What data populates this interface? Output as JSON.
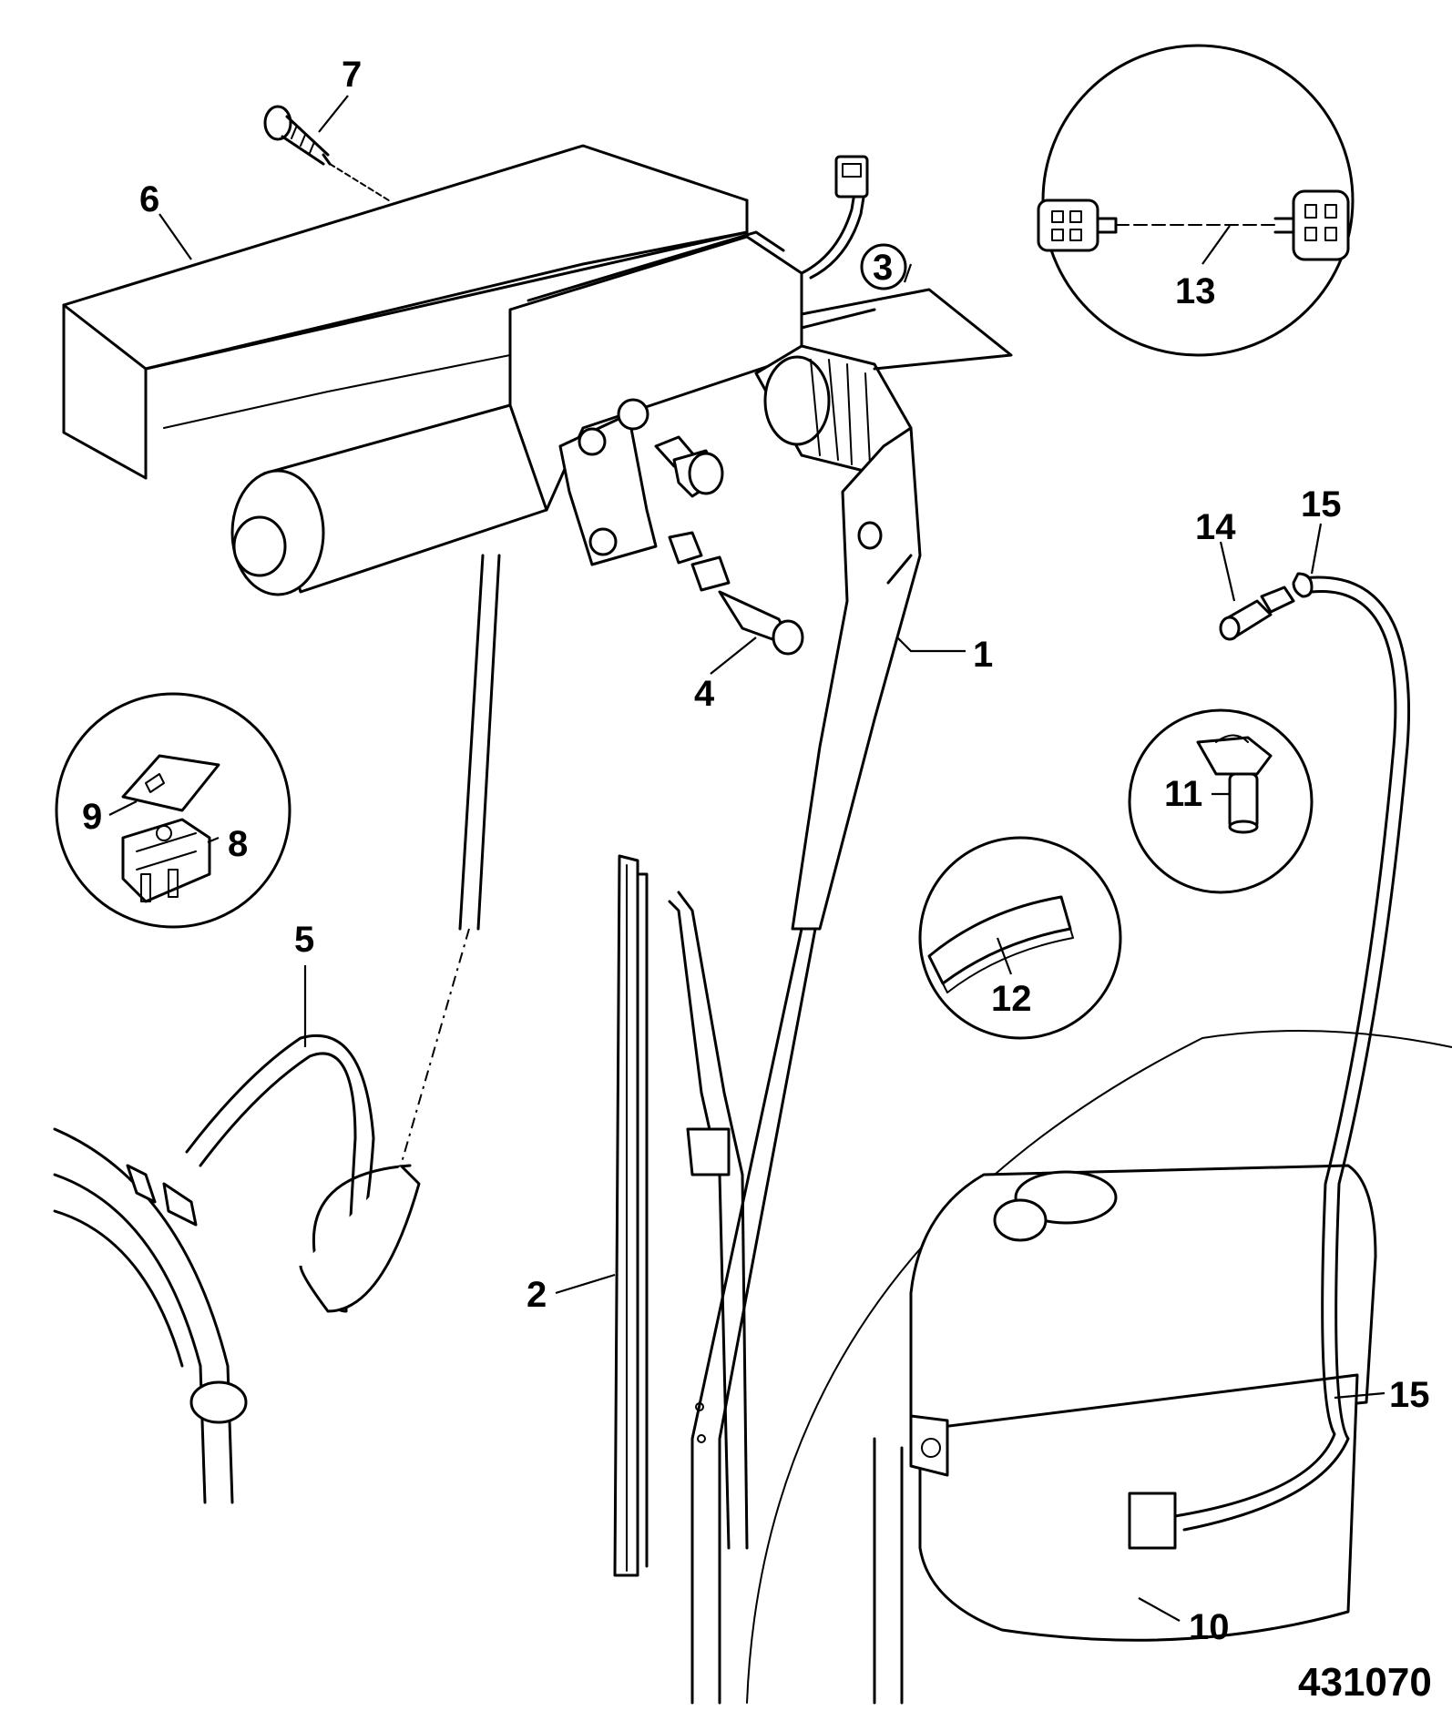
{
  "figure_number": "431070",
  "callouts": [
    {
      "id": "c1",
      "text": "1"
    },
    {
      "id": "c2",
      "text": "2"
    },
    {
      "id": "c3",
      "text": "3"
    },
    {
      "id": "c4",
      "text": "4"
    },
    {
      "id": "c5",
      "text": "5"
    },
    {
      "id": "c6",
      "text": "6"
    },
    {
      "id": "c7",
      "text": "7"
    },
    {
      "id": "c8",
      "text": "8"
    },
    {
      "id": "c9",
      "text": "9"
    },
    {
      "id": "c10",
      "text": "10"
    },
    {
      "id": "c11",
      "text": "11"
    },
    {
      "id": "c12",
      "text": "12"
    },
    {
      "id": "c13",
      "text": "13"
    },
    {
      "id": "c14",
      "text": "14"
    },
    {
      "id": "c15a",
      "text": "15"
    },
    {
      "id": "c15b",
      "text": "15"
    }
  ]
}
